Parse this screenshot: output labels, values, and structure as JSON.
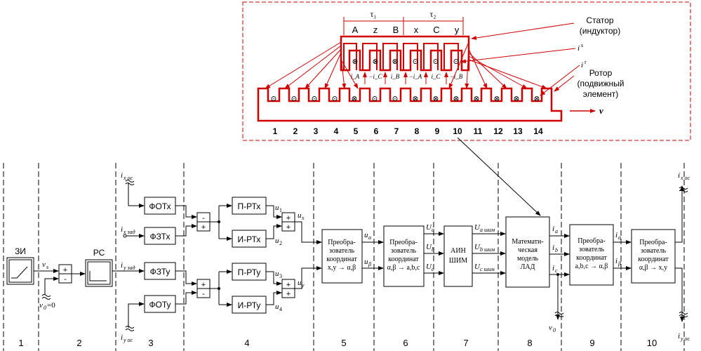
{
  "motor": {
    "pitch1": "τ₁",
    "pitch2": "τ₂",
    "phase_labels": [
      "A",
      "z",
      "B",
      "x",
      "C",
      "y"
    ],
    "stator_label_1": "Статор",
    "stator_label_2": "(индуктор)",
    "is_label": "i",
    "is_sup": "s",
    "ir_label": "i",
    "ir_sup": "r",
    "rotor_label_1": "Ротор",
    "rotor_label_2": "(подвижный",
    "rotor_label_3": "элемент)",
    "velocity": "v",
    "stator_currents": [
      "i_A",
      "−i_C",
      "i_B",
      "−i_A",
      "i_C",
      "−i_B"
    ],
    "rotor_tooth_numbers": [
      "1",
      "2",
      "3",
      "4",
      "5",
      "6",
      "7",
      "8",
      "9",
      "10",
      "11",
      "12",
      "13",
      "14"
    ],
    "stator_slot_marks": [
      "⊗",
      "⊗",
      "⊗",
      "⊙",
      "⊙",
      "⊙"
    ],
    "rotor_slot_marks": [
      "⊙",
      "⊙",
      "⊙",
      "⊙",
      "⊗",
      "⊙",
      "⊙",
      "⊗",
      "⊗",
      "⊗",
      "⊗",
      "⊗",
      "⊗",
      "⊗"
    ]
  },
  "diagram": {
    "blocks": {
      "zi": "ЗИ",
      "rs": "РС",
      "fotx": "ФОТх",
      "fztx": "ФЗТх",
      "fzty": "ФЗТу",
      "foty": "ФОТу",
      "prtx": "П-РТх",
      "irtx": "И-РТх",
      "prty": "П-РТу",
      "irty": "И-РТу",
      "b5": [
        "Преобра-",
        "зователь",
        "координат",
        "x,y → α,β"
      ],
      "b6": [
        "Преобра-",
        "зователь",
        "координат",
        "α,β → a,b,c"
      ],
      "b7": [
        "АИН",
        "ШИМ"
      ],
      "b8": [
        "Математи-",
        "ческая",
        "модель",
        "ЛАД"
      ],
      "b9": [
        "Преобра-",
        "зователь",
        "координат",
        "a,b,c → α,β"
      ],
      "b10": [
        "Преобра-",
        "зователь",
        "координат",
        "α,β → x,y"
      ]
    },
    "signals": {
      "vs": "v",
      "vs_sub": "s",
      "v0": "v",
      "v0_sub": "0",
      "v0_eq": "=0",
      "v0_out": "v",
      "v0_out_sub": "0",
      "ixoc": "i",
      "ixoc_sub": "x oc",
      "ixzad": "i",
      "ixzad_sub": "x зад",
      "iyzad": "i",
      "iyzad_sub": "y зад",
      "iyoc": "i",
      "iyoc_sub": "y oc",
      "u1": "u",
      "u1_sub": "1",
      "u2": "u",
      "u2_sub": "2",
      "u3": "u",
      "u3_sub": "3",
      "u4": "u",
      "u4_sub": "4",
      "ux": "u",
      "ux_sub": "x",
      "uy": "u",
      "uy_sub": "y",
      "ua": "u",
      "ua_sub": "α",
      "ub": "u",
      "ub_sub": "β",
      "Ua": "U",
      "Ua_sub": "a",
      "Ub": "U",
      "Ub_sub": "b",
      "Uc": "U",
      "Uc_sub": "c",
      "Uash": "U",
      "Uash_sub": "a шим",
      "Ubsh": "U",
      "Ubsh_sub": "b шим",
      "Ucsh": "U",
      "Ucsh_sub": "c шим",
      "ia": "i",
      "ia_sub": "a",
      "ib": "i",
      "ib_sub": "b",
      "ic": "i",
      "ic_sub": "c",
      "ial": "i",
      "ial_sub": "α",
      "ibe": "i",
      "ibe_sub": "β",
      "ixoc_out": "i",
      "ixoc_out_sub": "x oc",
      "iyoc_out": "i",
      "iyoc_out_sub": "y oc"
    },
    "section_numbers": [
      "1",
      "2",
      "3",
      "4",
      "5",
      "6",
      "7",
      "8",
      "9",
      "10"
    ]
  }
}
